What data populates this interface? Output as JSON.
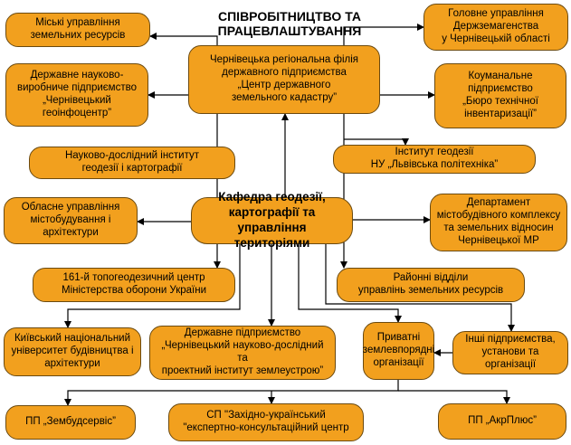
{
  "title": "СПІВРОБІТНИЦТВО ТА ПРАЦЕВЛАШТУВАННЯ",
  "colors": {
    "node_fill": "#f2a01e",
    "node_border": "#6b4a10",
    "connector": "#000000"
  },
  "center": "Кафедра геодезії,\nкартографії та управління\nтериторіями",
  "nodes": {
    "miski_upravlinnia": "Міські управління\nземельних ресурсів",
    "derzhheoinfocentr": "Державне науково-\nвиробниче підприємство\n„Чернівецький\nгеоінфоцентр”",
    "nii_geodezii": "Науково-дослідний інститут\nгеодезії і картографії",
    "oblasne_upravlinnia": "Обласне управління\nмістобудування і\nархітектури",
    "topocentr": "161-й топогеодезичний центр\nМіністерства оборони України",
    "knubia": "Київський національний\nуніверситет будівництва і\nархітектури",
    "derzhzemagentstvo": "Головне управління\nДержземагенства\nу Чернівецькій області",
    "biuro_inventaryzatsii": "Коуманальне\nпідприємство\n„Бюро технічної\nінвентаризації”",
    "instytut_geodezii": "Інститут геодезії\nНУ „Львівська політехніка”",
    "departament": "Департамент\nмістобудівного комплексу\nта земельних відносин\nЧернівецької МР",
    "raionni_viddily": "Районні відділи\nуправлінь земельних ресурсів",
    "inshi": "Інші підприємства,\nустанови та організації",
    "tsentr_kadastru": "Чернівецька регіональна філія\nдержавного підприємства\n„Центр державного\nземельного кадастру”",
    "nii_zemleustroiu": "Державне підприємство\n„Чернівецький науково-дослідний та\nпроектний інститут землеустрою”",
    "pryvatni": "Приватні\nземлевпорядні\nорганізації",
    "zembudservis": "ПП „Зембудсервіс”",
    "zakhidno_ukrainskyi": "СП \"Західно-український\n\"експертно-консультаційний центр",
    "akrplius": "ПП „АкрПлюс”"
  }
}
